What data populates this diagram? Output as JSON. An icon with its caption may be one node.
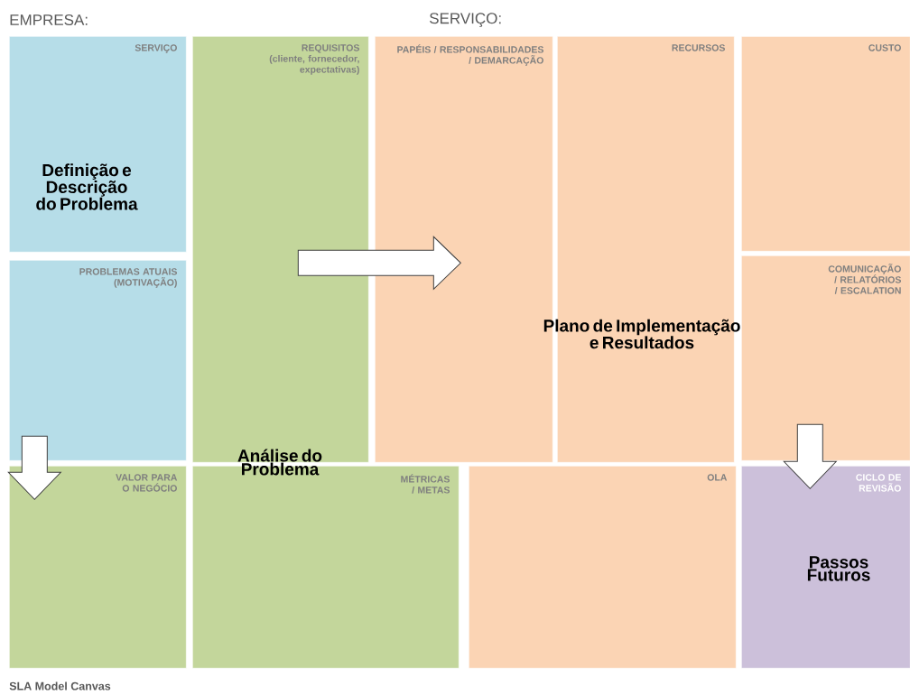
{
  "diagram": {
    "caption": "SLA Model Canvas",
    "nodes": [
      {
        "text": [
          "SERVIÇO",
          "Definição e Descrição do Problema"
        ]
      },
      {
        "text": [
          "PROBLEMAS ATUAIS (MOTIVAÇÃO)"
        ]
      },
      {
        "text": [
          "REQUISITOS (cliente, fornecedor, expectativas)"
        ]
      },
      {
        "text": [
          "PAPÉIS / RESPONSABILIDADES / DEMARCAÇÃO"
        ]
      },
      {
        "text": [
          "RECURSOS"
        ]
      },
      {
        "text": [
          "CUSTO"
        ]
      },
      {
        "text": [
          "COMUNICAÇÃO / RELATÓRIOS / ESCALATION"
        ]
      },
      {
        "text": [
          "VALOR PARA O NEGÓCIO"
        ]
      },
      {
        "text": [
          "MÉTRICAS / METAS"
        ]
      },
      {
        "text": [
          "OLA"
        ]
      },
      {
        "text": [
          "CICLO DE REVISÃO",
          "Passos Futuros"
        ]
      }
    ],
    "edges": [
      {
        "from": 2,
        "to": 3,
        "arrow": "to"
      },
      {
        "from": 1,
        "to": 7,
        "arrow": "to"
      },
      {
        "from": 6,
        "to": 10,
        "arrow": "to"
      }
    ],
    "labels": [
      "EMPRESA:",
      "SERVIÇO:",
      "Análise do Problema",
      "Plano de Implementação e Resultados"
    ]
  }
}
